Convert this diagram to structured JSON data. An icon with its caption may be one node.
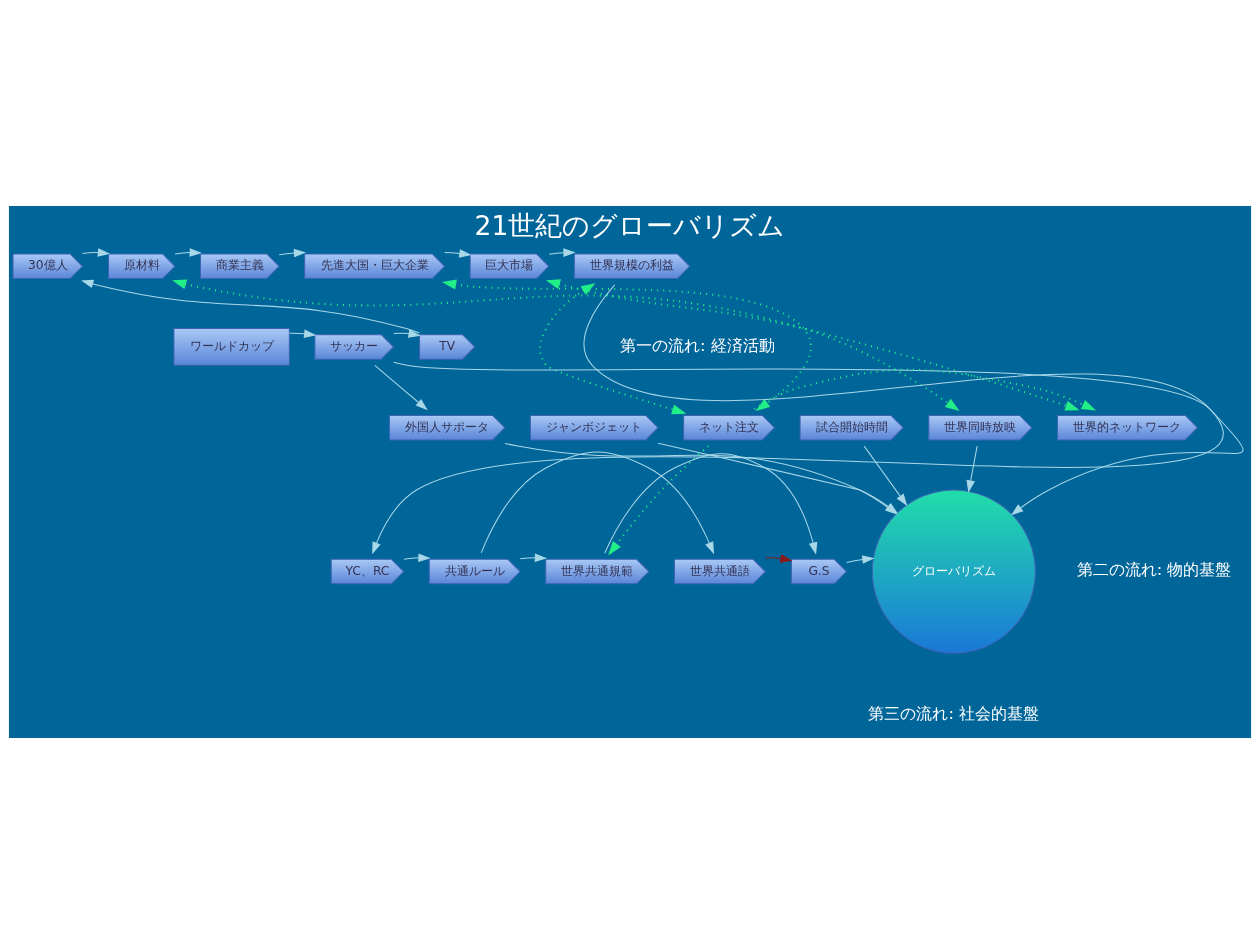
{
  "diagram": {
    "title": "21世紀のグローバリズム",
    "nodes": [
      {
        "text": [
          "30億人"
        ]
      },
      {
        "text": [
          "原材料"
        ]
      },
      {
        "text": [
          "商業主義"
        ]
      },
      {
        "text": [
          "先進大国・巨大企業"
        ]
      },
      {
        "text": [
          "巨大市場"
        ]
      },
      {
        "text": [
          "世界規模の利益"
        ]
      },
      {
        "text": [
          "ワールドカップ"
        ]
      },
      {
        "text": [
          "サッカー"
        ]
      },
      {
        "text": [
          "TV"
        ]
      },
      {
        "text": [
          "外国人サポータ"
        ]
      },
      {
        "text": [
          "ジャンボジェット"
        ]
      },
      {
        "text": [
          "ネット注文"
        ]
      },
      {
        "text": [
          "試合開始時間"
        ]
      },
      {
        "text": [
          "世界同時放映"
        ]
      },
      {
        "text": [
          "世界的ネットワーク"
        ]
      },
      {
        "text": [
          "YC、RC"
        ]
      },
      {
        "text": [
          "共通ルール"
        ]
      },
      {
        "text": [
          "世界共通規範"
        ]
      },
      {
        "text": [
          "世界共通語"
        ]
      },
      {
        "text": [
          "G.S"
        ]
      },
      {
        "text": [
          "グローバリズム"
        ]
      }
    ],
    "edges": [
      {
        "from": 0,
        "to": 1,
        "arrow": "to"
      },
      {
        "from": 1,
        "to": 2,
        "arrow": "to"
      },
      {
        "from": 2,
        "to": 3,
        "arrow": "to"
      },
      {
        "from": 3,
        "to": 4,
        "arrow": "to"
      },
      {
        "from": 4,
        "to": 5,
        "arrow": "to"
      },
      {
        "from": 5,
        "to": 20,
        "arrow": "to"
      },
      {
        "from": 6,
        "to": 7,
        "arrow": "to"
      },
      {
        "from": 7,
        "to": 8,
        "arrow": "to"
      },
      {
        "from": 8,
        "to": 0,
        "arrow": "to"
      },
      {
        "from": 7,
        "to": 9,
        "arrow": "to"
      },
      {
        "from": 7,
        "to": 15,
        "arrow": "to"
      },
      {
        "from": 9,
        "to": 20,
        "arrow": "to"
      },
      {
        "from": 10,
        "to": 20,
        "arrow": "to"
      },
      {
        "from": 12,
        "to": 20,
        "arrow": "to"
      },
      {
        "from": 13,
        "to": 20,
        "arrow": "to"
      },
      {
        "from": 15,
        "to": 16,
        "arrow": "to"
      },
      {
        "from": 16,
        "to": 17,
        "arrow": "to"
      },
      {
        "from": 16,
        "to": 18,
        "arrow": "to"
      },
      {
        "from": 17,
        "to": 19,
        "arrow": "to"
      },
      {
        "from": 18,
        "to": 19,
        "arrow": "to",
        "color": "#8b1a1a"
      },
      {
        "from": 19,
        "to": 20,
        "arrow": "to"
      },
      {
        "from": 1,
        "to": 13,
        "arrow": "both",
        "style": "dashed",
        "color": "#22ee88"
      },
      {
        "from": 3,
        "to": 11,
        "arrow": "both",
        "style": "dashed",
        "color": "#22ee88"
      },
      {
        "from": 4,
        "to": 14,
        "arrow": "both",
        "style": "dashed",
        "color": "#22ee88"
      },
      {
        "from": 5,
        "to": 11,
        "arrow": "both",
        "style": "dashed",
        "color": "#22ee88"
      },
      {
        "from": 11,
        "to": 17,
        "arrow": "to",
        "style": "dashed",
        "color": "#22ee88"
      },
      {
        "from": 11,
        "to": 14,
        "arrow": "to",
        "style": "dashed",
        "color": "#22ee88"
      }
    ],
    "labels": [
      "第一の流れ: 経済活動",
      "第二の流れ: 物的基盤",
      "第三の流れ: 社会的基盤"
    ]
  }
}
